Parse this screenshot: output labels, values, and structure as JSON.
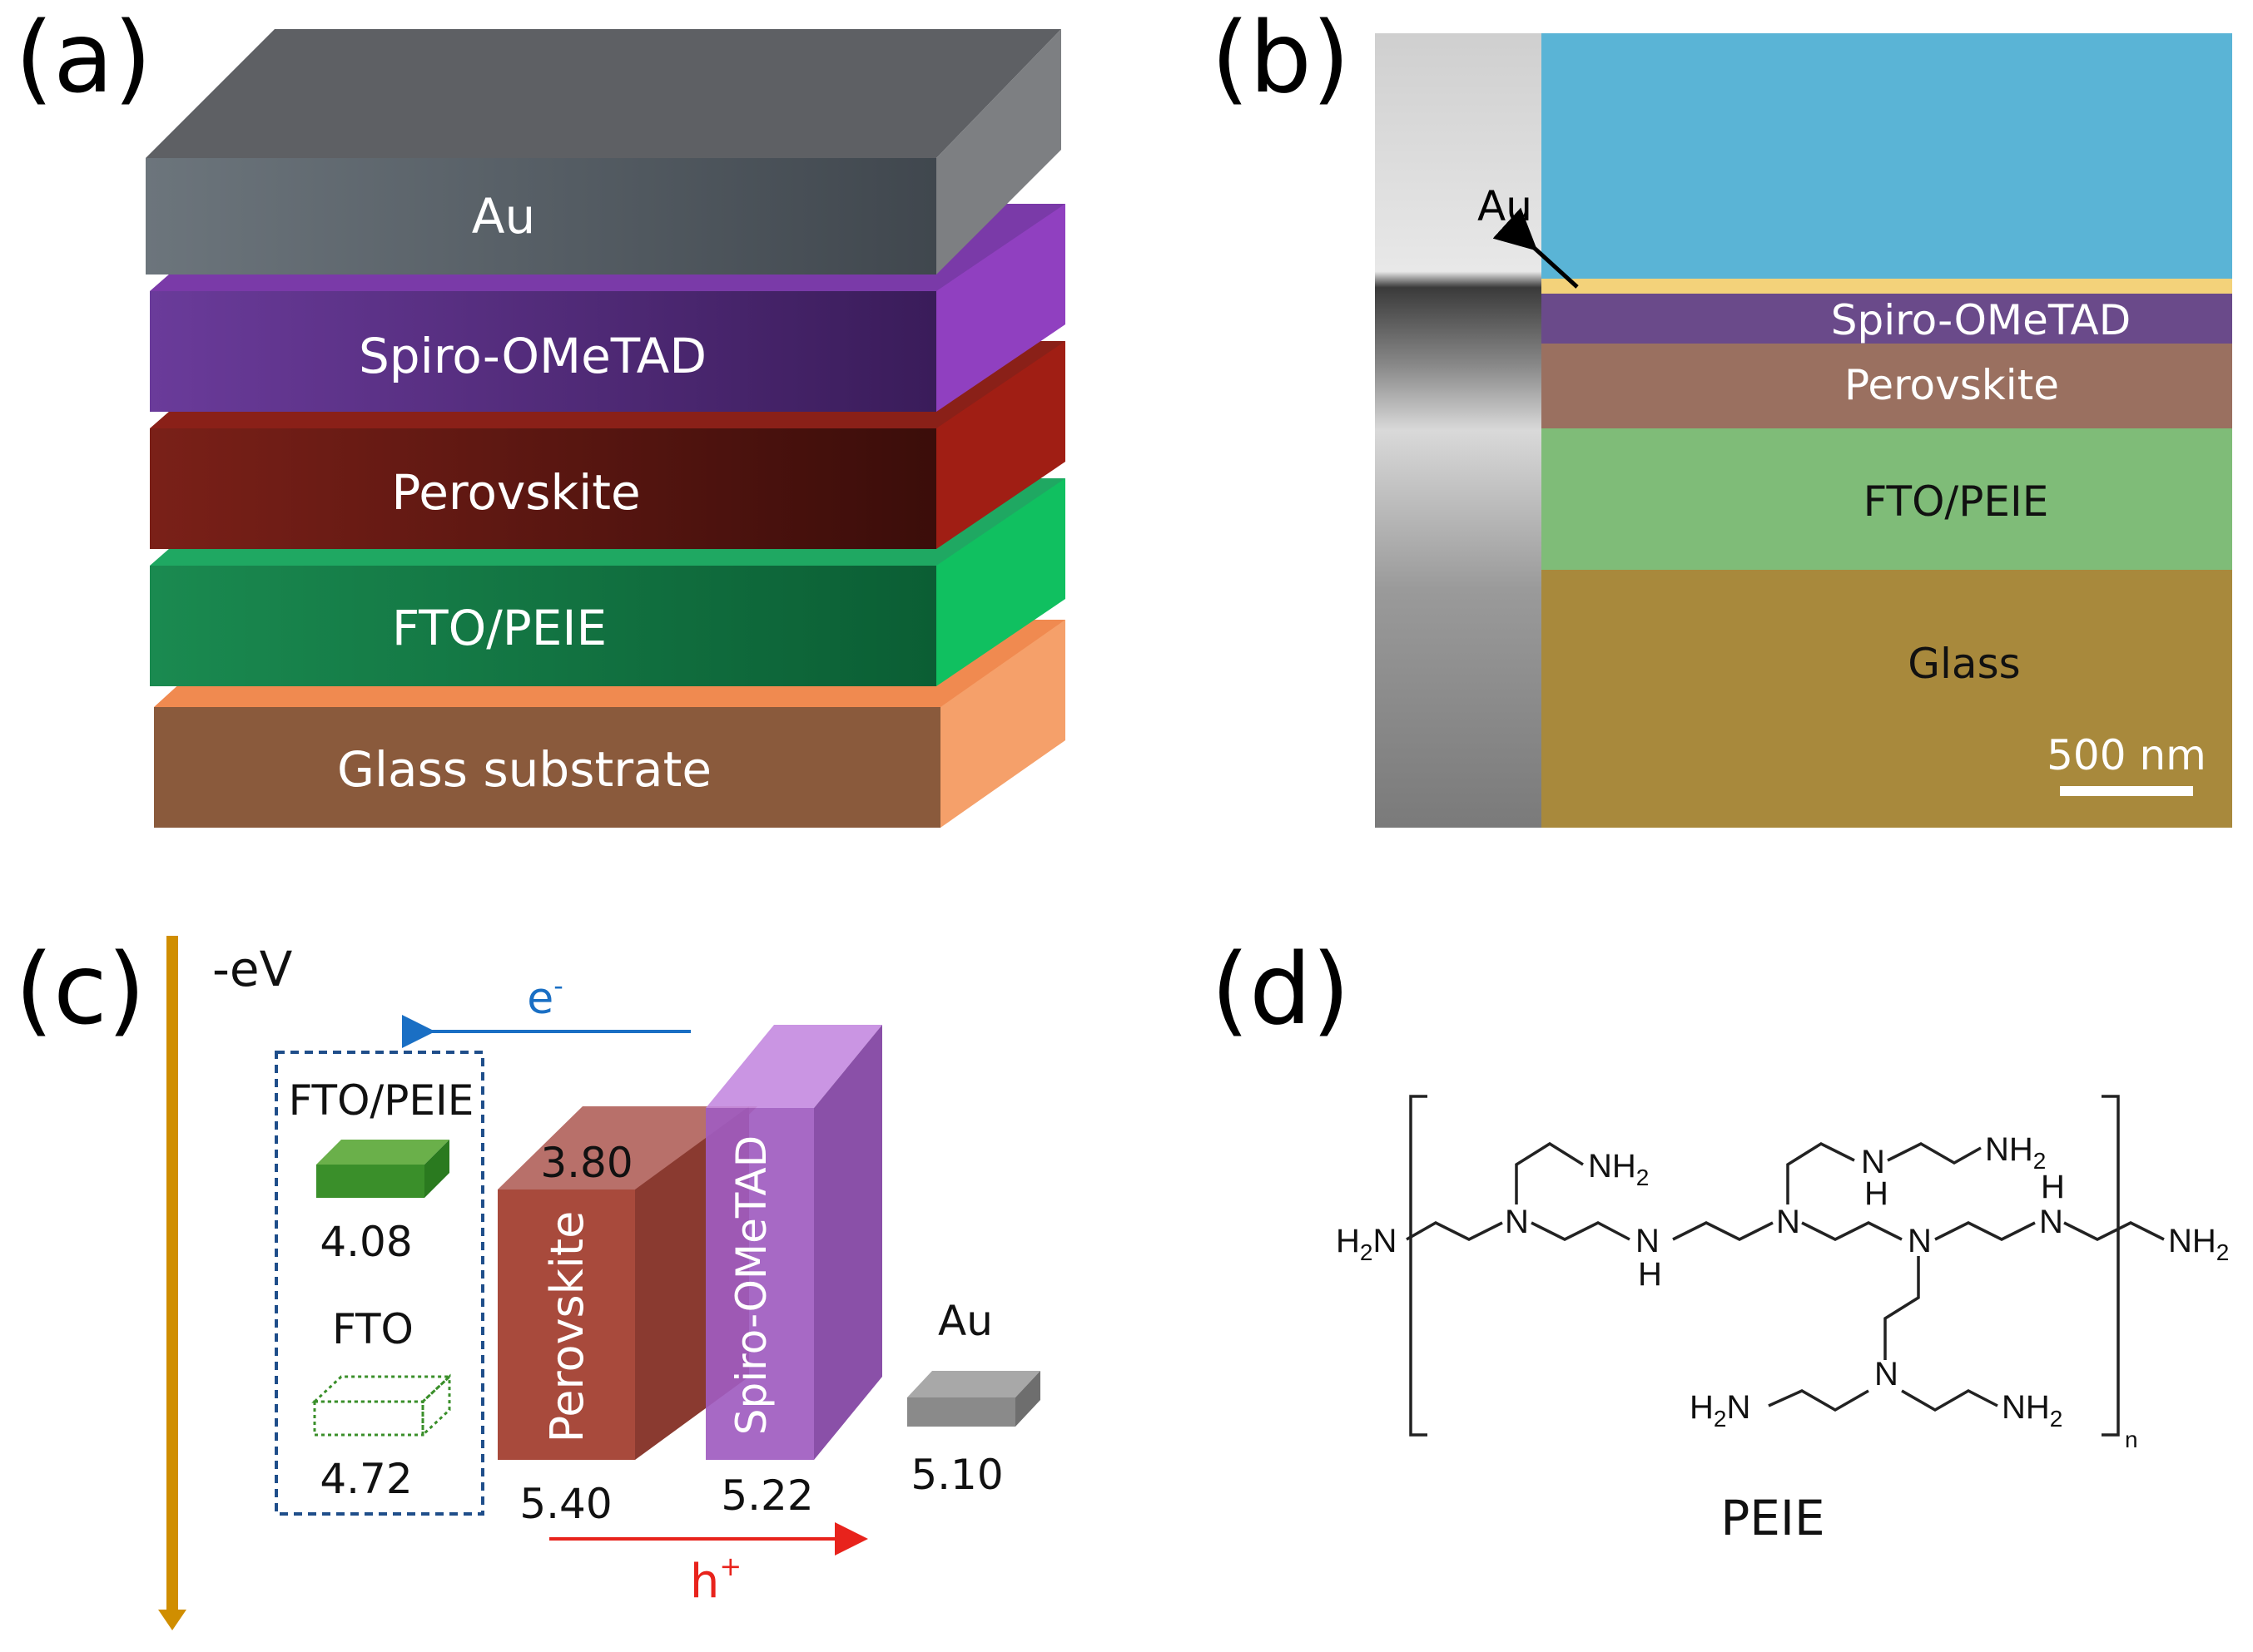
{
  "panels": {
    "a": {
      "label": "(a)",
      "layers": {
        "au": "Au",
        "spiro": "Spiro-OMeTAD",
        "perovskite": "Perovskite",
        "fto_peie": "FTO/PEIE",
        "glass": "Glass substrate"
      }
    },
    "b": {
      "label": "(b)",
      "au_label": "Au",
      "spiro": "Spiro-OMeTAD",
      "perovskite": "Perovskite",
      "fto_peie": "FTO/PEIE",
      "glass": "Glass",
      "scale_bar": "500 nm"
    },
    "c": {
      "label": "(c)",
      "axis_label": "-eV",
      "electron": "e",
      "electron_sup": "-",
      "hole": "h",
      "hole_sup": "+",
      "fto_peie": {
        "name": "FTO/PEIE",
        "value": "4.08"
      },
      "fto": {
        "name": "FTO",
        "value": "4.72"
      },
      "perovskite": {
        "name": "Perovskite",
        "lumo": "3.80",
        "homo": "5.40"
      },
      "spiro": {
        "name": "Spiro-OMeTAD",
        "homo": "5.22"
      },
      "au": {
        "name": "Au",
        "value": "5.10"
      }
    },
    "d": {
      "label": "(d)",
      "caption": "PEIE",
      "atoms": {
        "N": "N",
        "H": "H",
        "NH2_H": "NH",
        "H2N_H": "H",
        "H2N_N": "N",
        "sub2": "2",
        "n": "n"
      }
    }
  },
  "colors": {
    "au": "#5f6870",
    "spiro": "#5b2d86",
    "perovskite": "#6b1a14",
    "fto_peie": "#137a45",
    "glass": "#8a5a3c",
    "axis": "#d08e00",
    "electron": "#1a6fc4",
    "hole": "#e8231c"
  }
}
